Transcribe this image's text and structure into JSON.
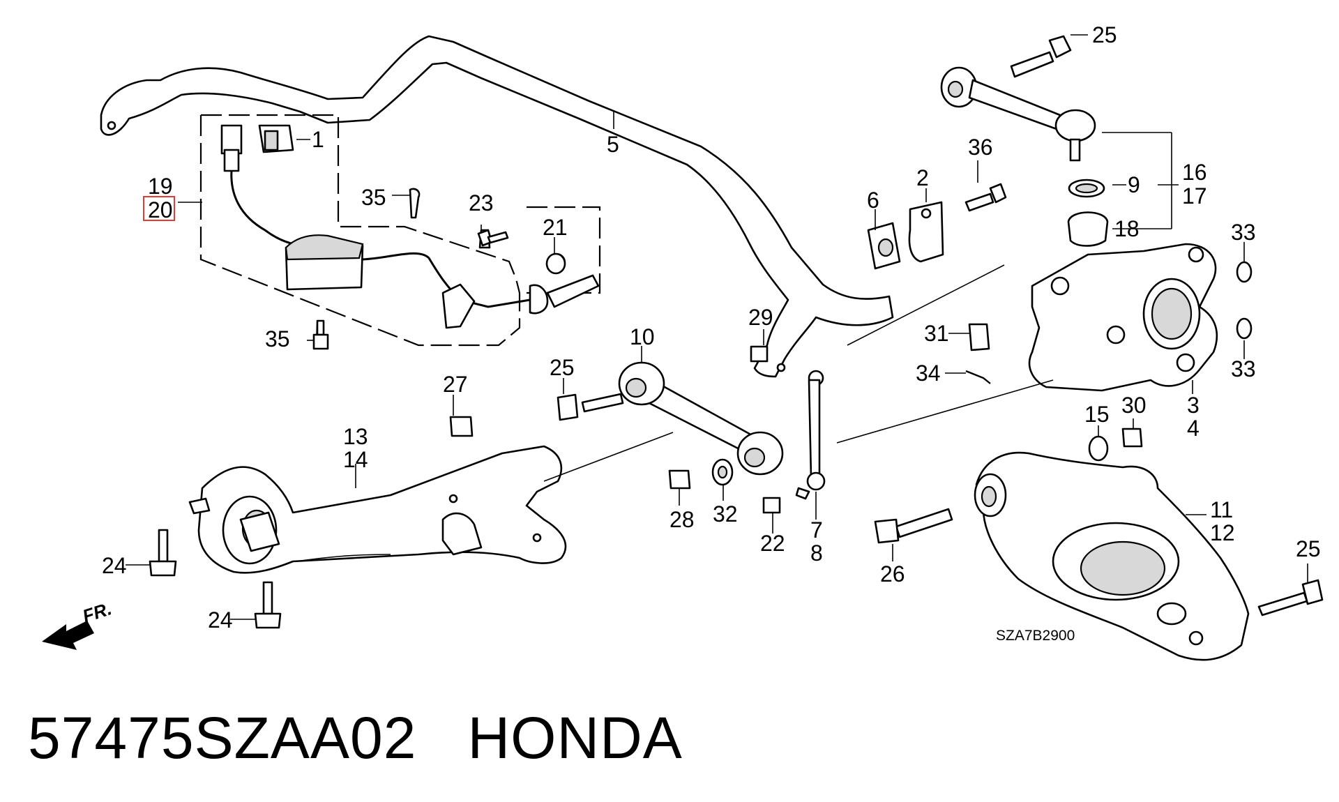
{
  "callouts": {
    "c1": "1",
    "c2": "2",
    "c3": "3",
    "c4": "4",
    "c5": "5",
    "c6": "6",
    "c7": "7",
    "c8": "8",
    "c9": "9",
    "c10": "10",
    "c11": "11",
    "c12": "12",
    "c13": "13",
    "c14": "14",
    "c15": "15",
    "c16": "16",
    "c17": "17",
    "c18": "18",
    "c19": "19",
    "c20": "20",
    "c21": "21",
    "c22": "22",
    "c23": "23",
    "c24": "24",
    "c25": "25",
    "c26": "26",
    "c27": "27",
    "c28": "28",
    "c29": "29",
    "c30": "30",
    "c31": "31",
    "c32": "32",
    "c33": "33",
    "c34": "34",
    "c35": "35",
    "c36": "36"
  },
  "highlighted_callout": "20",
  "front_marker": "FR.",
  "diagram_code": "SZA7B2900",
  "footer": {
    "part_number": "57475SZAA02",
    "brand": "HONDA"
  }
}
